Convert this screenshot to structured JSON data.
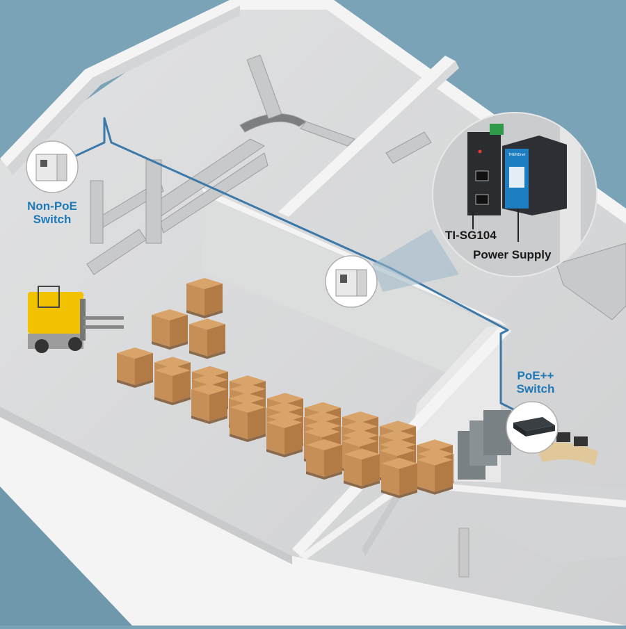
{
  "labels": {
    "non_poe": [
      "Non-PoE",
      "Switch"
    ],
    "poe": [
      "PoE++",
      "Switch"
    ],
    "ti_sg104": "TI-SG104",
    "power_supply": "Power Supply",
    "psu_brand": "TRENDnet"
  },
  "colors": {
    "background": "#7aa3b8",
    "floor": "#d9dadb",
    "wall_top": "#f4f4f4",
    "wall_side": "#c9cacb",
    "cable": "#3c79a8",
    "label_blue": "#1f79b7",
    "box": "#c58f57",
    "forklift": "#f2c200"
  },
  "icons": {
    "non_poe_enclosure": "electrical-enclosure-icon",
    "center_enclosure": "electrical-enclosure-icon",
    "poe_switch": "network-switch-icon",
    "ti_sg104": "industrial-switch-icon",
    "psu": "din-rail-power-supply-icon"
  }
}
